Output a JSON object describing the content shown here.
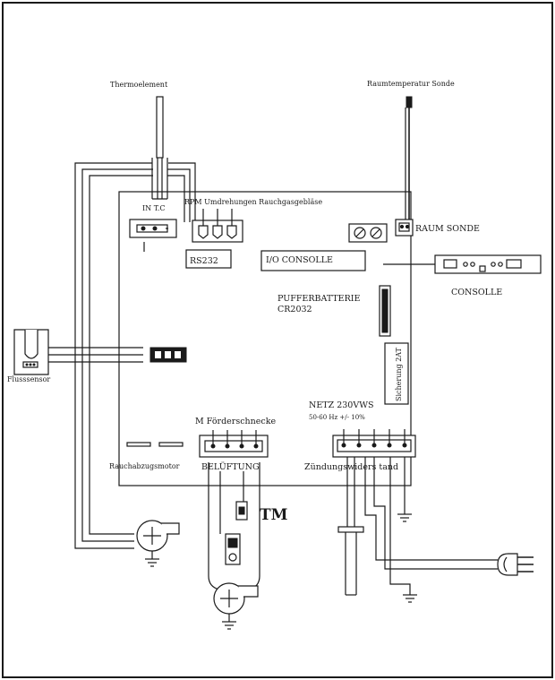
{
  "labels": {
    "thermoelement": "Thermoelement",
    "raumtemperatur_sonde": "Raumtemperatur Sonde",
    "in_tc": "IN T.C",
    "rpm": "RPM Umdrehungen Rauchgasgebläse",
    "raum_sonde": "RAUM SONDE",
    "rs232": "RS232",
    "io_consolle": "I/O CONSOLLE",
    "consolle": "CONSOLLE",
    "pufferbatterie": "PUFFERBATTERIE",
    "cr2032": "CR2032",
    "sicherung": "Sicherung 2AT",
    "flusssensor": "Flusssensor",
    "netz": "NETZ 230VWS",
    "netz_freq": "50-60 Hz +/- 10%",
    "m_foerderschnecke": "M Förderschnecke",
    "rauchabzugsmotor": "Rauchabzugsmotor",
    "belueftung": "BELÜFTUNG",
    "zuendungswiderstand": "Zündungswiders tand",
    "tm": "TM"
  }
}
